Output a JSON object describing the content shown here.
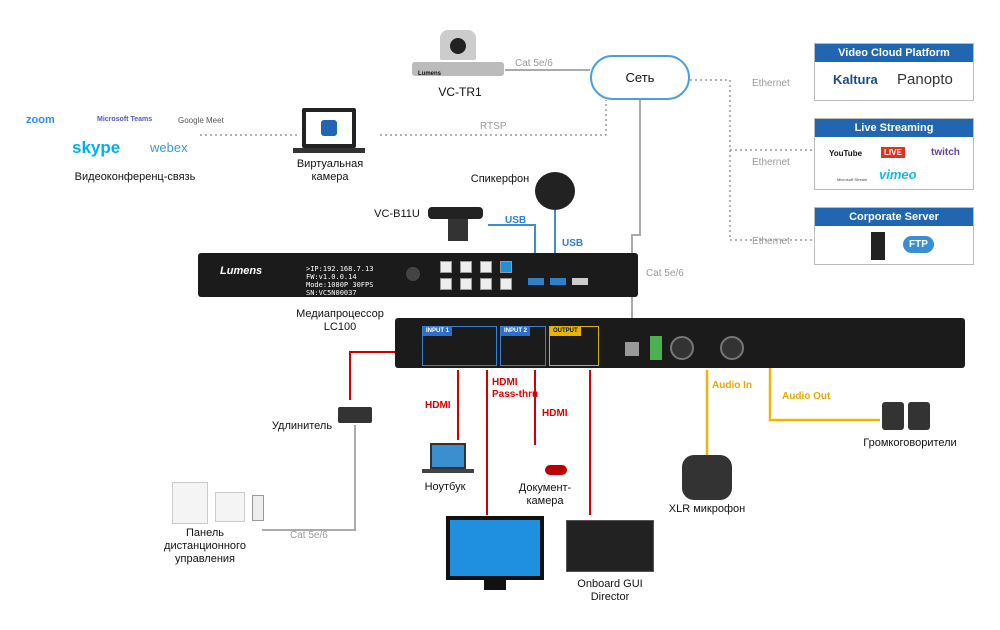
{
  "colors": {
    "hdmi": "#d40000",
    "audio": "#f2b400",
    "usb": "#2f7fc8",
    "network": "#999999",
    "panel_header": "#2166b0"
  },
  "camera_top": {
    "label": "VC-TR1",
    "brand": "Lumens"
  },
  "network": {
    "label": "Сеть",
    "cat_top": "Cat 5e/6",
    "cat_right": "Cat 5e/6",
    "rtsp": "RTSP",
    "ethernet": [
      "Ethernet",
      "Ethernet",
      "Ethernet"
    ]
  },
  "vc": {
    "label": "Видеоконференц-связь",
    "apps": [
      "zoom",
      "Microsoft Teams",
      "Google Meet",
      "skype",
      "webex"
    ]
  },
  "virtual_camera": {
    "label": "Виртуальная\nкамера"
  },
  "speakerphone": {
    "label": "Спикерфон"
  },
  "webcam": {
    "label": "VC-B11U"
  },
  "usb": [
    "USB",
    "USB"
  ],
  "lc100": {
    "label": "Медиапроцессор\nLC100",
    "brand": "Lumens",
    "screen": [
      ">IP:192.168.7.13",
      "FW:v1.0.0.14",
      "Mode:1080P 30FPS",
      "SN:VC5N00037"
    ]
  },
  "rear": {
    "input1": "INPUT 1",
    "input2": "INPUT 2",
    "output": "OUTPUT"
  },
  "panels": [
    {
      "title": "Video Cloud Platform",
      "items": [
        "Kaltura",
        "Panopto"
      ]
    },
    {
      "title": "Live Streaming",
      "items": [
        "YouTube",
        "LIVE",
        "twitch",
        "Microsoft Stream",
        "vimeo"
      ]
    },
    {
      "title": "Corporate Server",
      "items": [
        "FTP"
      ]
    }
  ],
  "extender": {
    "label": "Удлинитель"
  },
  "hdmi_labels": {
    "laptop": "HDMI",
    "pass": "HDMI\nPass-thru",
    "doc": "HDMI"
  },
  "audio": {
    "in": "Audio In",
    "out": "Audio Out"
  },
  "speakers": {
    "label": "Громкоговорители"
  },
  "laptop": {
    "label": "Ноутбук"
  },
  "doc_cam": {
    "label": "Документ-\nкамера"
  },
  "xlr": {
    "label": "XLR микрофон"
  },
  "remote": {
    "label": "Панель\nдистанционного\nуправления",
    "cat": "Cat 5e/6"
  },
  "gui": {
    "label": "Onboard GUI\nDirector"
  }
}
